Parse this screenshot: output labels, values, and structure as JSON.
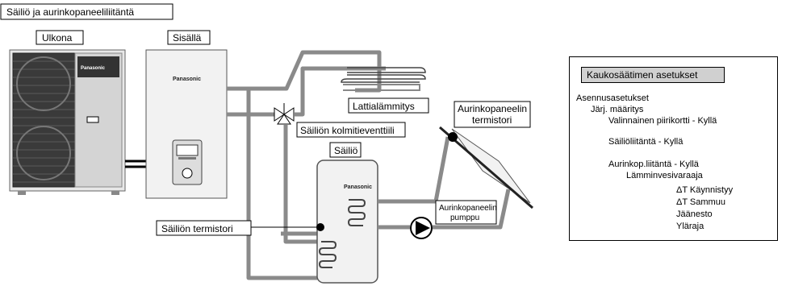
{
  "title": "Säiliö ja aurinkopaneeliliitäntä",
  "labels": {
    "outdoor": "Ulkona",
    "indoor": "Sisällä",
    "floor_heating": "Lattialämmitys",
    "valve": "Säiliön kolmitieventtiili",
    "tank": "Säiliö",
    "solar_sensor_line1": "Aurinkopaneelin",
    "solar_sensor_line2": "termistori",
    "tank_sensor": "Säiliön termistori",
    "pump_line1": "Aurinkopaneelin",
    "pump_line2": "pumppu"
  },
  "brand": "Panasonic",
  "settings": {
    "title": "Kaukosäätimen asetukset",
    "items": [
      "Asennusasetukset",
      "Järj. määritys",
      "Valinnainen piirikortti - Kyllä",
      "Säiliöliitäntä - Kyllä",
      "Aurinkop.liitäntä - Kyllä",
      "Lämminvesivaraaja",
      "ΔT Käynnistyy",
      "ΔT Sammuu",
      "Jäänesto",
      "Yläraja"
    ]
  }
}
